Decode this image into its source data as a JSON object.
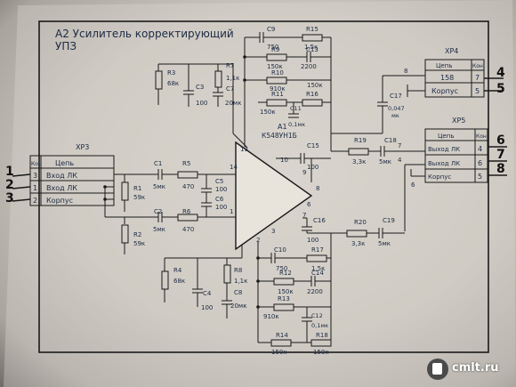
{
  "title": {
    "line1": "A2 Усилитель корректирующий",
    "line2": "УПЗ"
  },
  "chip": {
    "ref": "A1",
    "part": "К548УН1Б",
    "pins": {
      "in_top": "14",
      "in_bot": "1",
      "p13": "13",
      "p10": "10",
      "p9": "9",
      "p8": "8",
      "p7": "7",
      "p6": "6",
      "p2": "2",
      "p3": "3"
    }
  },
  "xp3": {
    "name": "ХР3",
    "hdr_kon": "Кон",
    "hdr_chain": "Цепь",
    "rows": [
      {
        "pin": "3",
        "label": "Вход ЛК"
      },
      {
        "pin": "1",
        "label": "Вход ЛК"
      },
      {
        "pin": "2",
        "label": "Корпус"
      }
    ],
    "ext": [
      "1",
      "2",
      "3"
    ]
  },
  "xp4": {
    "name": "ХР4",
    "hdr_chain": "Цепь",
    "hdr_kon": "Кон",
    "rows": [
      {
        "label": "158",
        "pin": "7"
      },
      {
        "label": "Корпус",
        "pin": "5"
      }
    ],
    "ext": [
      "4",
      "5"
    ],
    "pin_num": "8"
  },
  "xp5": {
    "name": "ХР5",
    "hdr_chain": "Цепь",
    "hdr_kon": "Кон",
    "rows": [
      {
        "label": "Выход ЛК",
        "pin": "4"
      },
      {
        "label": "Выход ЛК",
        "pin": "6"
      },
      {
        "label": "Корпус",
        "pin": "5"
      }
    ],
    "ext": [
      "6",
      "7",
      "8"
    ],
    "pins": [
      "7",
      "4",
      "6"
    ]
  },
  "parts": {
    "c1": "С1",
    "c1v": "5мк",
    "r5": "R5",
    "r5v": "470",
    "c2": "С2",
    "c2v": "5мк",
    "r6": "R6",
    "r6v": "470",
    "r1": "R1",
    "r1v": "59к",
    "r2": "R2",
    "r2v": "59к",
    "c5": "С5",
    "c5v": "100",
    "c6": "С6",
    "c6v": "100",
    "r3": "R3",
    "r3v": "68к",
    "c3": "С3",
    "c3v": "100",
    "r7": "R7",
    "r7v": "1,1к",
    "c7": "С7",
    "c7v": "20мк",
    "c9": "С9",
    "c9v": "750",
    "r15": "R15",
    "r15v": "1,5к",
    "r9": "R9",
    "r9v": "150к",
    "c13": "С13",
    "c13v": "2200",
    "r10": "R10",
    "r10v": "910к",
    "r11": "R11",
    "r11v": "150к",
    "r16": "R16",
    "r16v": "150к",
    "c11": "С11",
    "c11v": "0,1мк",
    "c15": "С15",
    "c15v": "100",
    "r19": "R19",
    "r19v": "3,3к",
    "c18": "С18",
    "c18v": "5мк",
    "c17": "С17",
    "c17v": "0,047",
    "c17u": "мк",
    "c16": "С16",
    "c16v": "100",
    "r20": "R20",
    "r20v": "3,3к",
    "c19": "С19",
    "c19v": "5мк",
    "r4": "R4",
    "r4v": "68к",
    "c4": "С4",
    "c4v": "100",
    "r8": "R8",
    "r8v": "1,1к",
    "c8": "С8",
    "c8v": "20мк",
    "c10": "С10",
    "c10v": "750",
    "r17": "R17",
    "r17v": "1,5к",
    "r12": "R12",
    "r12v": "150к",
    "c14": "С14",
    "c14v": "2200",
    "r13": "R13",
    "r13v": "910к",
    "c12": "С12",
    "c12v": "0,1мк",
    "r14": "R14",
    "r14v": "150к",
    "r18": "R18",
    "r18v": "150к"
  },
  "watermark": {
    "text": "cmlt.ru"
  }
}
